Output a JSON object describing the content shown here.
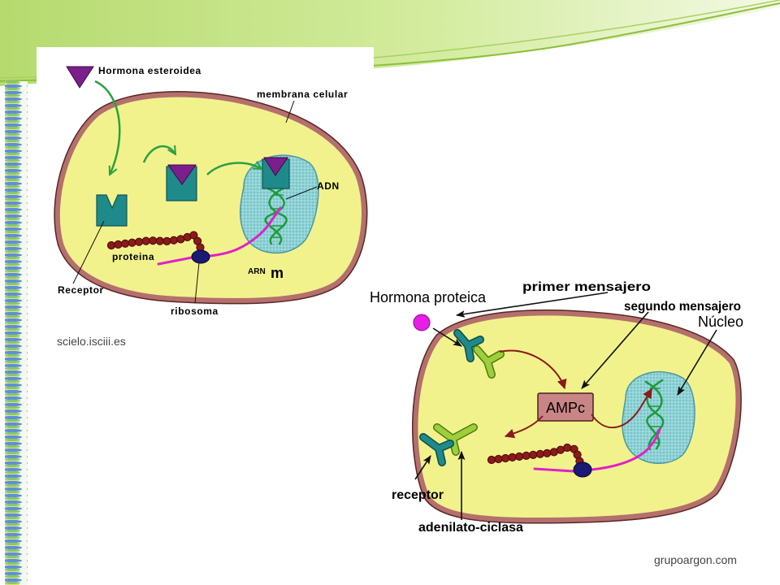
{
  "colors": {
    "cytoplasm": "#f2f28c",
    "membrane": "#b4706c",
    "nucleus": "#8fd3d6",
    "receptor": "#1f8a8a",
    "steroid_hormone": "#7b1f8c",
    "protein_hormone": "#e61ee6",
    "mrna": "#e020c8",
    "ribosome": "#1a1a72",
    "protein": "#8b1a1a",
    "dna": "#1f9a3a",
    "green_arrow": "#2aa040",
    "red_arrow": "#8b1a1a",
    "camp_box": "#c98585",
    "adenylate_cyclase": "#9ccf3a"
  },
  "steroid_diagram": {
    "hormone_label": "Hormona esteroidea",
    "membrane_label": "membrana celular",
    "dna_label": "ADN",
    "protein_label": "proteina",
    "mrna_label": {
      "base": "ARN",
      "suffix": "m"
    },
    "receptor_label": "Receptor",
    "ribosome_label": "ribosoma",
    "source": "scielo.isciii.es"
  },
  "protein_diagram": {
    "hormone_label": "Hormona proteica",
    "first_messenger_label": "primer mensajero",
    "second_messenger_label": "segundo mensajero",
    "nucleus_label": "Núcleo",
    "camp_label": "AMPc",
    "receptor_label": "receptor",
    "adenylate_cyclase_label": "adenilato-ciclasa",
    "source": "grupoargon.com"
  }
}
